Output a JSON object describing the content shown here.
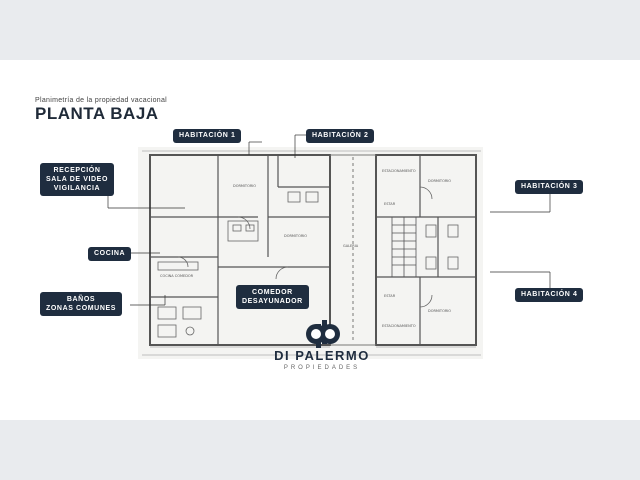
{
  "header": {
    "subtitle": "Planimetría de la propiedad vacacional",
    "title": "PLANTA BAJA"
  },
  "labels": {
    "habitacion_1": "HABITACIÓN 1",
    "habitacion_2": "HABITACIÓN 2",
    "habitacion_3": "HABITACIÓN 3",
    "habitacion_4": "HABITACIÓN 4",
    "recepcion": [
      "RECEPCIÓN",
      "SALA DE VIDEO",
      "VIGILANCIA"
    ],
    "cocina": "COCINA",
    "banos": [
      "BAÑOS",
      "ZONAS COMUNES"
    ],
    "comedor": [
      "COMEDOR",
      "DESAYUNADOR"
    ]
  },
  "plan_rooms": {
    "dormitorio": "DORMITORIO",
    "galeria": "GALERIA",
    "estar": "ESTAR",
    "comedor_small": "COMEDOR",
    "cocina_small": "COCINA COMEDOR",
    "estacionamiento": "ESTACIONAMIENTO"
  },
  "brand": {
    "name": "DI PALERMO",
    "tagline": "PROPIEDADES",
    "monogram": "dp"
  },
  "colors": {
    "tag_bg": "#1f2d3f",
    "page_bg": "#e9ebee",
    "card_bg": "#ffffff",
    "plan_line": "#555555"
  }
}
